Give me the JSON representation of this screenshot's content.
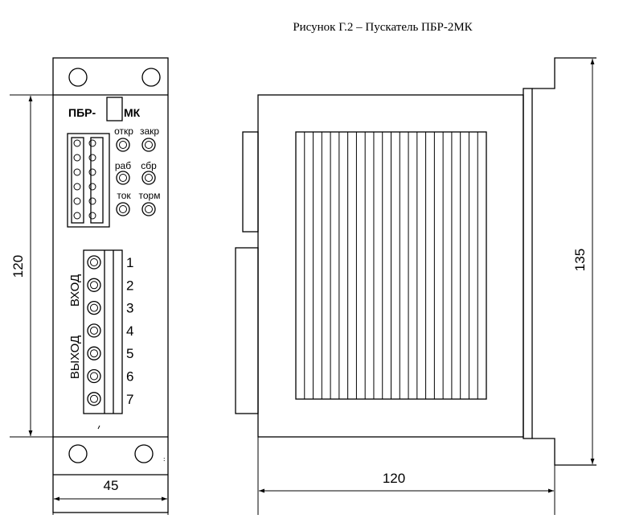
{
  "caption": "Рисунок Г.2 – Пускатель ПБР-2МК",
  "front_panel": {
    "label_left": "ПБР-",
    "label_right": "МК",
    "indicators": [
      {
        "label": "откр"
      },
      {
        "label": "закр"
      },
      {
        "label": "раб"
      },
      {
        "label": "сбр"
      },
      {
        "label": "ток"
      },
      {
        "label": "торм"
      }
    ],
    "group_input": "ВХОД",
    "group_output": "ВЫХОД",
    "terminals": [
      "1",
      "2",
      "3",
      "4",
      "5",
      "6",
      "7"
    ]
  },
  "dimensions": {
    "front_height": "120",
    "front_width": "45",
    "side_width": "120",
    "side_height": "135"
  }
}
